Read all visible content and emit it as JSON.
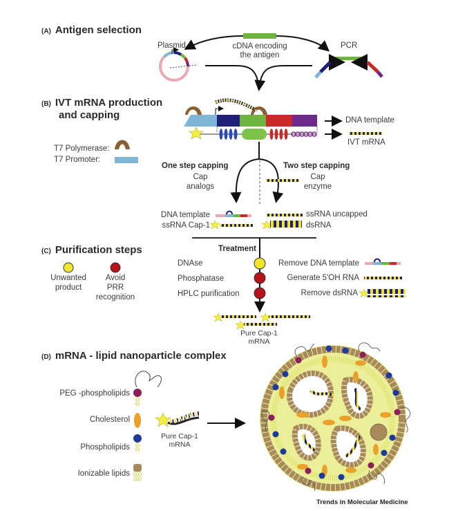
{
  "sections": {
    "a": {
      "letter": "(A)",
      "title": "Antigen selection"
    },
    "b": {
      "letter": "(B)",
      "title_line1": "IVT mRNA production",
      "title_line2": "and capping"
    },
    "c": {
      "letter": "(C)",
      "title": "Purification steps"
    },
    "d": {
      "letter": "(D)",
      "title": "mRNA - lipid nanoparticle complex"
    }
  },
  "antigen": {
    "plasmid": "Plasmid",
    "cdna_line1": "cDNA encoding",
    "cdna_line2": "the antigen",
    "pcr": "PCR"
  },
  "ivt": {
    "dna_template": "DNA template",
    "ivt_mrna": "IVT mRNA",
    "legend_polymerase": "T7 Polymerase:",
    "legend_promoter": "T7 Promoter:",
    "one_step": "One step capping",
    "one_step_sub1": "Cap",
    "one_step_sub2": "analogs",
    "two_step": "Two step capping",
    "two_step_sub1": "Cap",
    "two_step_sub2": "enzyme",
    "out_dna_template": "DNA template",
    "out_ssrna_cap1": "ssRNA Cap-1",
    "out_ssrna_uncapped": "ssRNA uncapped",
    "out_dsrna": "dsRNA"
  },
  "purification": {
    "legend_yellow_1": "Unwanted",
    "legend_yellow_2": "product",
    "legend_red_1": "Avoid",
    "legend_red_2": "PRR",
    "legend_red_3": "recognition",
    "treatment": "Treatment",
    "steps": [
      {
        "name": "DNAse",
        "action": "Remove DNA template",
        "color": "#f1e52c"
      },
      {
        "name": "Phosphatase",
        "action": "Generate 5'OH RNA",
        "color": "#b5121b"
      },
      {
        "name": "HPLC purification",
        "action": "Remove dsRNA",
        "color": "#b5121b"
      }
    ],
    "result_1": "Pure Cap-1",
    "result_2": "mRNA"
  },
  "lnp": {
    "components": [
      "PEG -phospholipids",
      "Cholesterol",
      "Phospholipids",
      "Ionizable lipids"
    ],
    "mrna_1": "Pure Cap-1",
    "mrna_2": "mRNA"
  },
  "colors": {
    "promoter": "#7fb6d8",
    "polymerase": "#8b5e34",
    "navy": "#1f1f7a",
    "green": "#6fb43f",
    "red": "#c8292b",
    "purple": "#6a2a8c",
    "yellow": "#f1e52c",
    "crimson": "#b5121b",
    "lipid_brown": "#a88a5a",
    "cholesterol": "#e9a12a",
    "phospho_blue": "#1d3a9a",
    "peg_purple": "#8a1f5a",
    "plasmid": "#e7a9b4"
  },
  "footer": "Trends in Molecular Medicine"
}
